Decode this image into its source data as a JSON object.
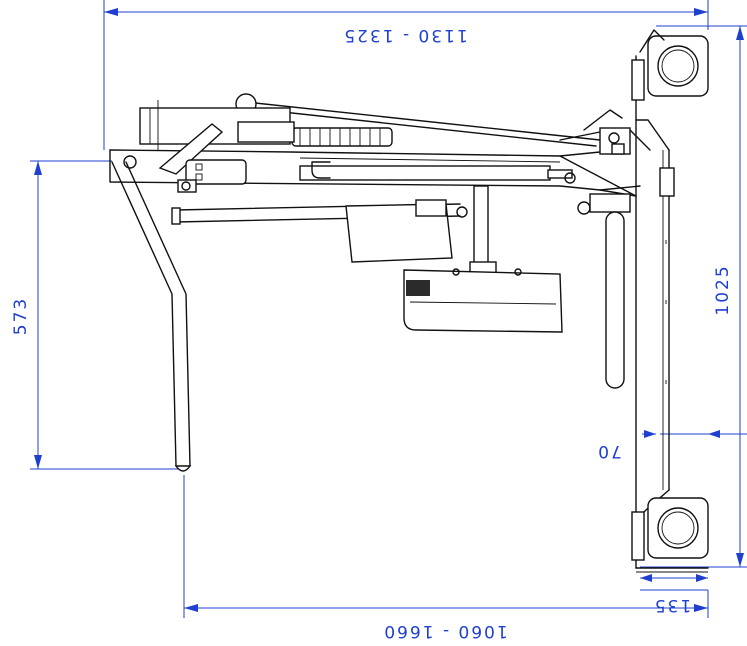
{
  "dimensions": {
    "top_width": "1130 - 1325",
    "bottom_width": "1060 - 1660",
    "left_height": "573",
    "right_height": "1025",
    "leg_offset": "70",
    "base_height": "135"
  },
  "colors": {
    "dimension": "#1f3fd0",
    "ink": "#111111"
  }
}
